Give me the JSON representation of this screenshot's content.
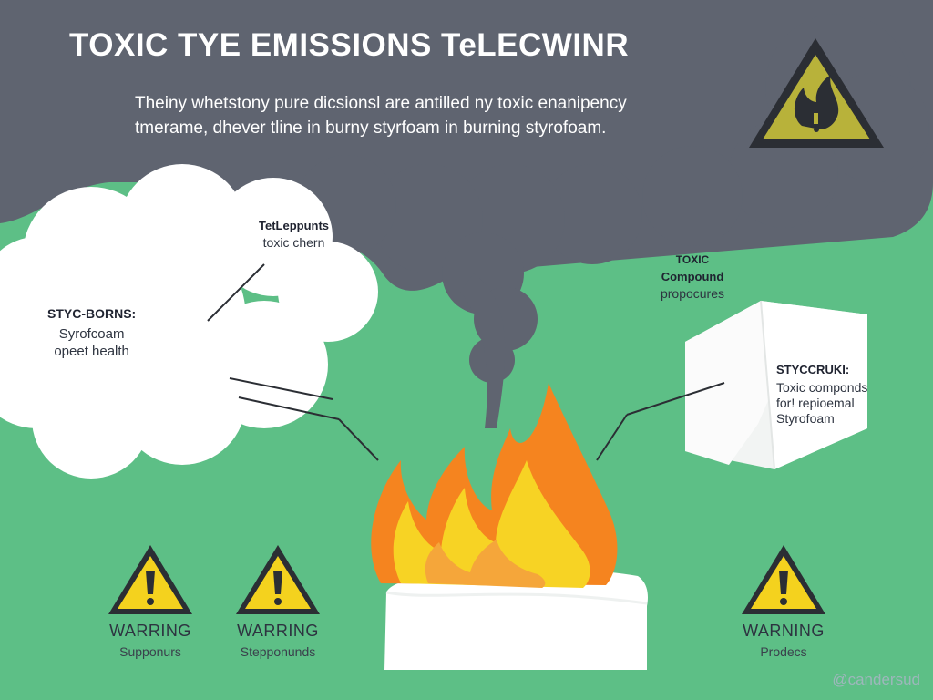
{
  "title": "TOXIC TYE EMISSIONS TeLECWINR",
  "subtitle": {
    "line1": "Theiny whetstony pure dicsionsl are antilled ny toxic enanipency",
    "line2": "tmerame, dhever tline in burny styrfoam in burning styrofoam."
  },
  "callouts": {
    "top_center": {
      "line1": "TetLeppunts",
      "line2": "toxic chern"
    },
    "left": {
      "heading": "STYC-BORNS:",
      "line1": "Syrofcoam",
      "line2": "opeet health"
    },
    "right_top": {
      "line1": "TOXIC",
      "line2": "Compound",
      "line3": "propocures"
    },
    "right_cube": {
      "heading": "STYCCRUKI:",
      "line1": "Toxic componds",
      "line2": "for! repioemal",
      "line3": "Styrofoam"
    }
  },
  "warnings": [
    {
      "title": "WARRING",
      "sub": "Supponurs"
    },
    {
      "title": "WARRING",
      "sub": "Stepponunds"
    },
    {
      "title": "WARNING",
      "sub": "Prodecs"
    }
  ],
  "watermark": "@candersud",
  "colors": {
    "background": "#5dbf86",
    "smoke": "#5f6470",
    "cloud": "#ffffff",
    "flame_outer": "#f5841f",
    "flame_inner": "#f7d324",
    "hazard_yellow": "#f4d21e",
    "hazard_olive": "#b8b23a"
  },
  "icons": [
    "fire-hazard-icon",
    "exclamation-warning-icon",
    "flame-icon",
    "styrofoam-block-icon"
  ]
}
